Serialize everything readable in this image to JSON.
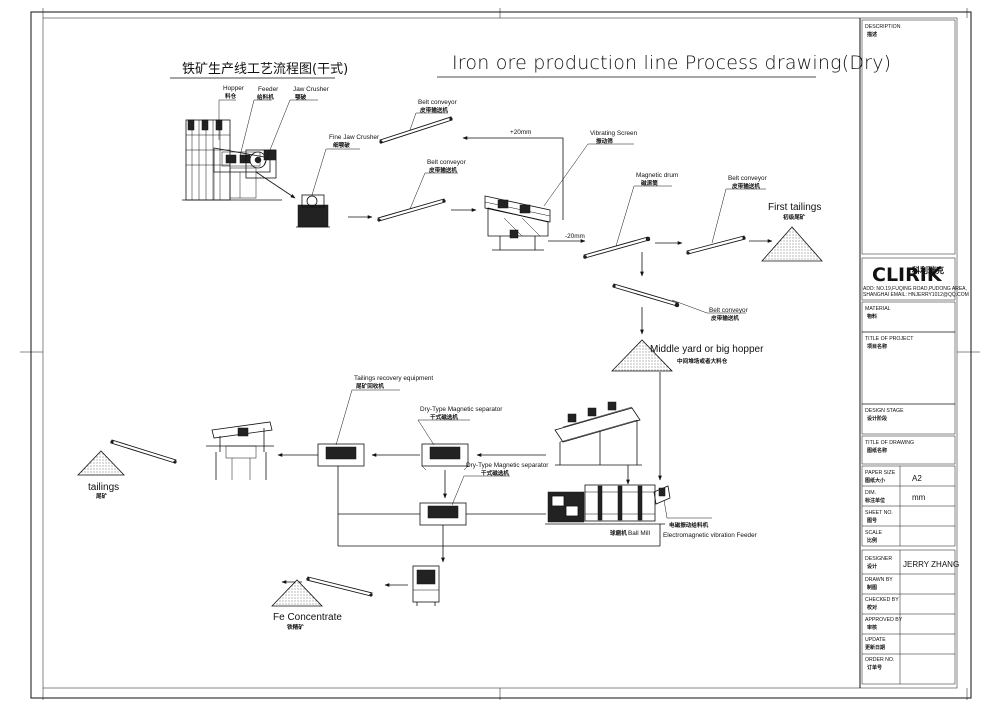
{
  "drawing": {
    "title_en": "Iron ore production line Process drawing(Dry)",
    "title_cn": "铁矿生产线工艺流程图(干式)"
  },
  "equipment": {
    "hopper": {
      "en": "Hopper",
      "cn": "料仓"
    },
    "feeder": {
      "en": "Feeder",
      "cn": "给料机"
    },
    "jaw_crusher": {
      "en": "Jaw Crusher",
      "cn": "颚破"
    },
    "fine_jaw_crusher": {
      "en": "Fine Jaw Crusher",
      "cn": "细颚破"
    },
    "belt_conveyor": {
      "en": "Belt conveyor",
      "cn": "皮带输送机"
    },
    "vibrating_screen": {
      "en": "Vibrating Screen",
      "cn": "振动筛"
    },
    "magnetic_drum": {
      "en": "Magnetic drum",
      "cn": "磁滚筒"
    },
    "first_tailings": {
      "en": "First tailings",
      "cn": "初级尾矿"
    },
    "middle_yard": {
      "en": "Middle yard or big hopper",
      "cn": "中间堆场或者大料仓"
    },
    "tailings_recovery": {
      "en": "Tailings recovery equipment",
      "cn": "尾矿回收机"
    },
    "dry_separator": {
      "en": "Dry-Type Magnetic separator",
      "cn": "干式磁选机"
    },
    "tailings": {
      "en": "tailings",
      "cn": "尾矿"
    },
    "ball_mill": {
      "en": "Ball Mill",
      "cn": "球磨机"
    },
    "vibration_feeder": {
      "en": "Electromagnetic vibration Feeder",
      "cn": "电磁振动给料机"
    },
    "fe_concentrate": {
      "en": "Fe Concentrate",
      "cn": "铁精矿"
    }
  },
  "flow_labels": {
    "plus20": "+20mm",
    "minus20": "-20mm"
  },
  "title_block": {
    "description": {
      "en": "DESCRIPTION",
      "cn": "描述"
    },
    "logo_brand": "CLIRIK",
    "logo_cn": "科利瑞克",
    "address_line1": "ADD: NO.19,FUQING ROAD,PUDONG AREA,",
    "address_line2": "SHANGHAI EMAIL: HNJERRY1012@QQ.COM",
    "material": {
      "en": "MATERIAL",
      "cn": "物料"
    },
    "title_of_project": {
      "en": "TITLE OF PROJECT",
      "cn": "项目名称"
    },
    "design_stage": {
      "en": "DESIGN STAGE",
      "cn": "设计阶段"
    },
    "title_of_drawing": {
      "en": "TITLE OF DRAWING",
      "cn": "图纸名称"
    },
    "paper_size": {
      "en": "PAPER SIZE",
      "cn": "图纸大小",
      "value": "A2"
    },
    "dim": {
      "en": "DIM.",
      "cn": "标注单位",
      "value": "mm"
    },
    "sheet_no": {
      "en": "SHEET NO.",
      "cn": "图号"
    },
    "scale": {
      "en": "SCALE",
      "cn": "比例"
    },
    "designer": {
      "en": "DESIGNER",
      "cn": "设计",
      "value": "JERRY ZHANG"
    },
    "drawn_by": {
      "en": "DRAWN BY",
      "cn": "制图"
    },
    "checked_by": {
      "en": "CHECKED BY",
      "cn": "校对"
    },
    "approved_by": {
      "en": "APPROVED BY",
      "cn": "审核"
    },
    "update": {
      "en": "UPDATE",
      "cn": "更新日期"
    },
    "order_no": {
      "en": "ORDER NO.",
      "cn": "订单号"
    }
  }
}
